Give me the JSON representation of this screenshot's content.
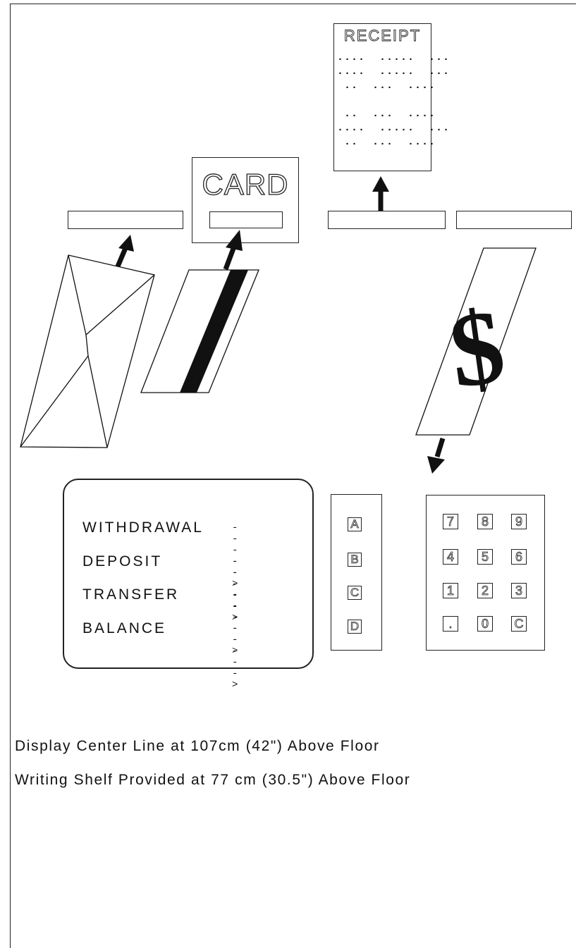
{
  "card": {
    "label": "CARD"
  },
  "receipt": {
    "title": "RECEIPT",
    "lines": [
      "....  .....  ...",
      "....  .....  ...",
      " ..  ...  ....",
      "",
      " ..  ...  ....",
      "....  .....  ...",
      " ..  ...  ...."
    ]
  },
  "dollar": {
    "symbol": "$"
  },
  "menu": {
    "items": [
      {
        "label": "WITHDRAWAL",
        "arrow": "----->"
      },
      {
        "label": "DEPOSIT",
        "arrow": "----->"
      },
      {
        "label": "TRANSFER",
        "arrow": "----->"
      },
      {
        "label": "BALANCE",
        "arrow": "----->"
      }
    ]
  },
  "selector_keys": [
    "A",
    "B",
    "C",
    "D"
  ],
  "keypad": {
    "rows": [
      [
        "7",
        "8",
        "9"
      ],
      [
        "4",
        "5",
        "6"
      ],
      [
        "1",
        "2",
        "3"
      ],
      [
        ".",
        "0",
        "C"
      ]
    ]
  },
  "notes": [
    "Display Center Line at 107cm (42\") Above Floor",
    "Writing Shelf Provided at 77 cm (30.5\") Above Floor"
  ]
}
